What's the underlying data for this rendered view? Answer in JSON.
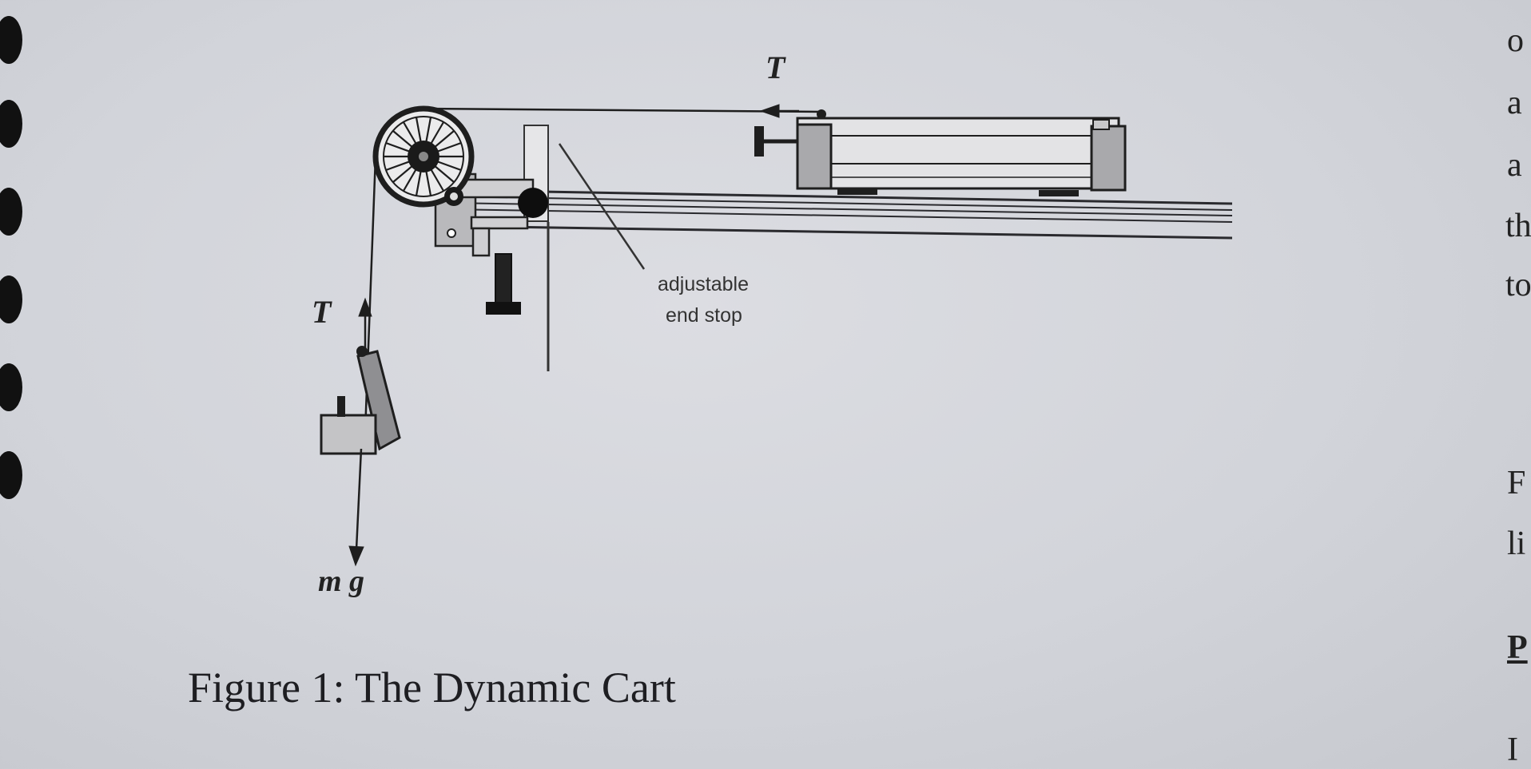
{
  "figure": {
    "caption": "Figure 1: The Dynamic Cart",
    "labels": {
      "tension_top": "T",
      "tension_left": "T",
      "weight": "m g",
      "end_stop_line1": "adjustable",
      "end_stop_line2": "end stop"
    }
  },
  "right_edge_text": [
    "o",
    "a",
    "a",
    "th",
    "to",
    "F",
    "li",
    "P",
    "I"
  ]
}
